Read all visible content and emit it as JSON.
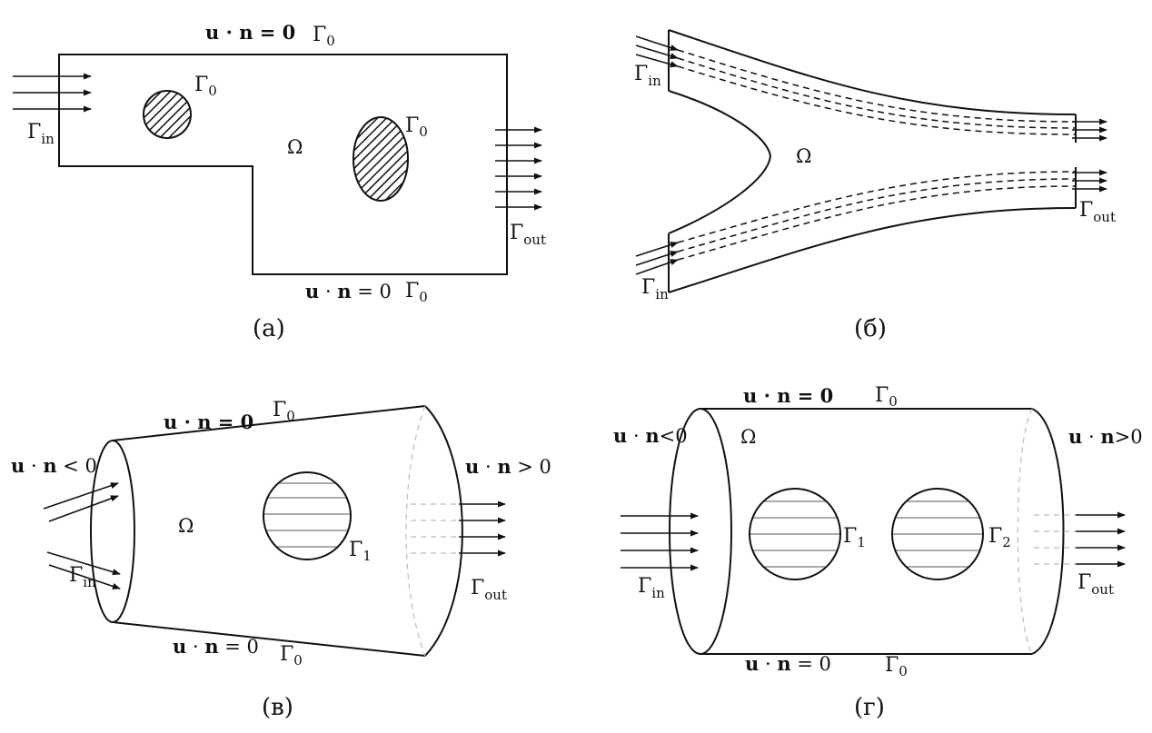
{
  "panels": {
    "a": {
      "caption": "(а)",
      "top_bc": "u · n = 0",
      "top_gamma": "Γ",
      "top_gamma_sub": "0",
      "bottom_bc": "u · n = 0",
      "bottom_gamma": "Γ",
      "bottom_gamma_sub": "0",
      "inlet": "Γ",
      "inlet_sub": "in",
      "outlet": "Γ",
      "outlet_sub": "out",
      "obstacle1": "Γ",
      "obstacle1_sub": "0",
      "obstacle2": "Γ",
      "obstacle2_sub": "0",
      "domain": "Ω"
    },
    "b": {
      "caption": "(б)",
      "inlet_top": "Γ",
      "inlet_top_sub": "in",
      "inlet_bottom": "Γ",
      "inlet_bottom_sub": "in",
      "outlet": "Γ",
      "outlet_sub": "out",
      "domain": "Ω"
    },
    "c": {
      "caption": "(в)",
      "top_bc": "u · n = 0",
      "top_gamma": "Γ",
      "top_gamma_sub": "0",
      "bottom_bc": "u · n = 0",
      "bottom_gamma": "Γ",
      "bottom_gamma_sub": "0",
      "left_bc": "u · n < 0",
      "right_bc": "u · n > 0",
      "inlet": "Γ",
      "inlet_sub": "in",
      "outlet": "Γ",
      "outlet_sub": "out",
      "sphere": "Γ",
      "sphere_sub": "1",
      "domain": "Ω"
    },
    "d": {
      "caption": "(г)",
      "top_bc": "u · n = 0",
      "top_gamma": "Γ",
      "top_gamma_sub": "0",
      "bottom_bc": "u · n = 0",
      "bottom_gamma": "Γ",
      "bottom_gamma_sub": "0",
      "left_bc": "u · n<0",
      "right_bc": "u · n>0",
      "inlet": "Γ",
      "inlet_sub": "in",
      "outlet": "Γ",
      "outlet_sub": "out",
      "sphere1": "Γ",
      "sphere1_sub": "1",
      "sphere2": "Γ",
      "sphere2_sub": "2",
      "domain": "Ω"
    }
  },
  "colors": {
    "ink": "#111111",
    "ghost": "#bbbbbb",
    "sphere_lines": "#777777"
  }
}
